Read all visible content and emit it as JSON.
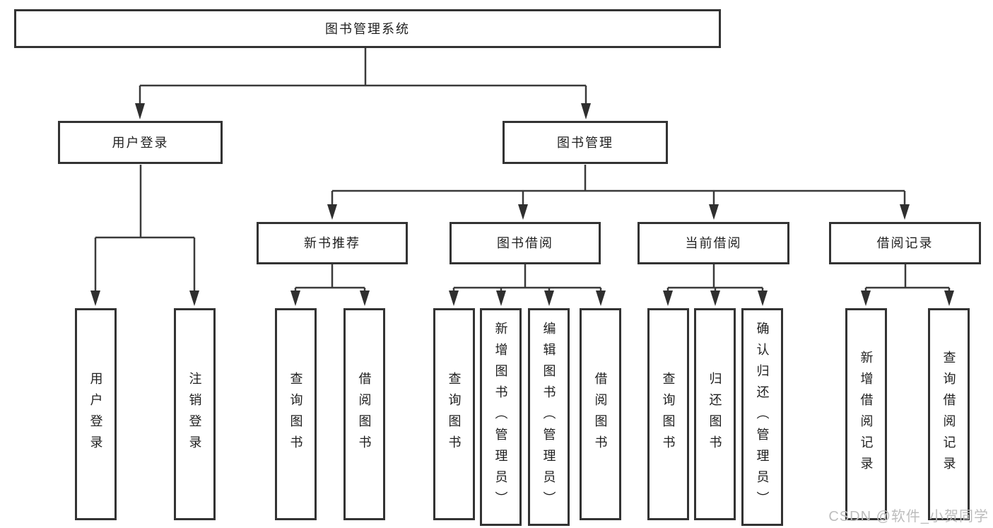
{
  "tree": {
    "label": "图书管理系统",
    "children": [
      {
        "label": "用户登录",
        "children": [
          {
            "label": "用户登录"
          },
          {
            "label": "注销登录"
          }
        ]
      },
      {
        "label": "图书管理",
        "children": [
          {
            "label": "新书推荐",
            "children": [
              {
                "label": "查询图书"
              },
              {
                "label": "借阅图书"
              }
            ]
          },
          {
            "label": "图书借阅",
            "children": [
              {
                "label": "查询图书"
              },
              {
                "label": "新增图书（管理员）"
              },
              {
                "label": "编辑图书（管理员）"
              },
              {
                "label": "借阅图书"
              }
            ]
          },
          {
            "label": "当前借阅",
            "children": [
              {
                "label": "查询图书"
              },
              {
                "label": "归还图书"
              },
              {
                "label": "确认归还（管理员）"
              }
            ]
          },
          {
            "label": "借阅记录",
            "children": [
              {
                "label": "新增借阅记录"
              },
              {
                "label": "查询借阅记录"
              }
            ]
          }
        ]
      }
    ]
  },
  "watermark": {
    "text": "CSDN @软件_小贺同学"
  },
  "colors": {
    "line": "#3a3a3a",
    "arrow": "#2f2f2f",
    "border": "#333333",
    "text": "#1f1f1f",
    "watermark": "#bdbdbd"
  }
}
